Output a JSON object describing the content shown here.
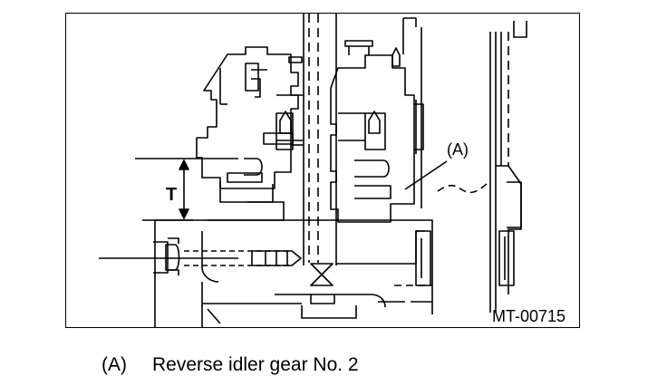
{
  "figure": {
    "dimension_label": "T",
    "callout_label": "(A)",
    "figure_code": "MT-00715"
  },
  "caption": {
    "key": "(A)",
    "text": "Reverse idler gear No. 2"
  }
}
